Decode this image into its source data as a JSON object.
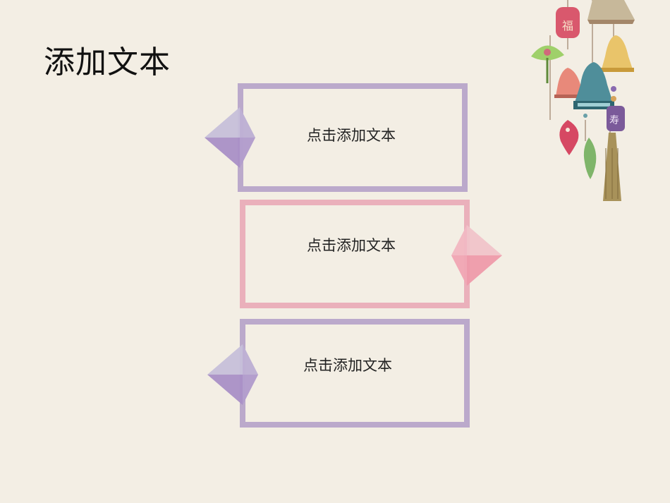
{
  "slide": {
    "title": "添加文本",
    "items": [
      {
        "label": "点击添加文本",
        "color": "#bba9cb",
        "arrow": "left"
      },
      {
        "label": "点击添加文本",
        "color": "#eab0bb",
        "arrow": "right"
      },
      {
        "label": "点击添加文本",
        "color": "#bba9cb",
        "arrow": "left"
      }
    ]
  },
  "colors": {
    "background": "#f3eee4",
    "purple": "#bba9cb",
    "pink": "#eab0bb"
  },
  "decoration": {
    "icon": "wind-chimes-icon"
  }
}
